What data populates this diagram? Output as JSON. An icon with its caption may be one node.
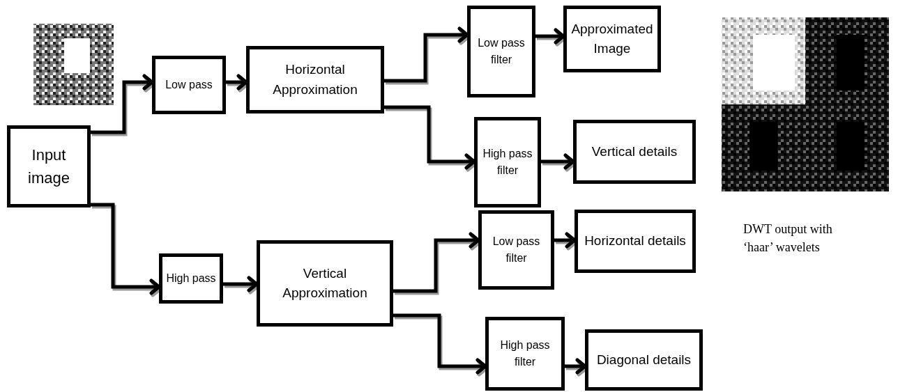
{
  "diagram": {
    "nodes": [
      {
        "text": [
          "Input image"
        ]
      },
      {
        "text": [
          "Low pass"
        ]
      },
      {
        "text": [
          "Horizontal Approximation"
        ]
      },
      {
        "text": [
          "Low pass filter"
        ]
      },
      {
        "text": [
          "Approximated Image"
        ]
      },
      {
        "text": [
          "High pass filter"
        ]
      },
      {
        "text": [
          "Vertical details"
        ]
      },
      {
        "text": [
          "High pass"
        ]
      },
      {
        "text": [
          "Vertical Approximation"
        ]
      },
      {
        "text": [
          "Low pass filter"
        ]
      },
      {
        "text": [
          "Horizontal details"
        ]
      },
      {
        "text": [
          "High pass filter"
        ]
      },
      {
        "text": [
          "Diagonal details"
        ]
      }
    ],
    "edges": [
      {
        "from": 0,
        "to": 1,
        "arrow": "to"
      },
      {
        "from": 0,
        "to": 7,
        "arrow": "to"
      },
      {
        "from": 1,
        "to": 2,
        "arrow": "to"
      },
      {
        "from": 2,
        "to": 3,
        "arrow": "to"
      },
      {
        "from": 2,
        "to": 5,
        "arrow": "to"
      },
      {
        "from": 3,
        "to": 4,
        "arrow": "to"
      },
      {
        "from": 5,
        "to": 6,
        "arrow": "to"
      },
      {
        "from": 7,
        "to": 8,
        "arrow": "to"
      },
      {
        "from": 8,
        "to": 9,
        "arrow": "to"
      },
      {
        "from": 8,
        "to": 11,
        "arrow": "to"
      },
      {
        "from": 9,
        "to": 10,
        "arrow": "to"
      },
      {
        "from": 11,
        "to": 12,
        "arrow": "to"
      }
    ],
    "labels": [
      "DWT output with ‘haar’ wavelets"
    ]
  }
}
